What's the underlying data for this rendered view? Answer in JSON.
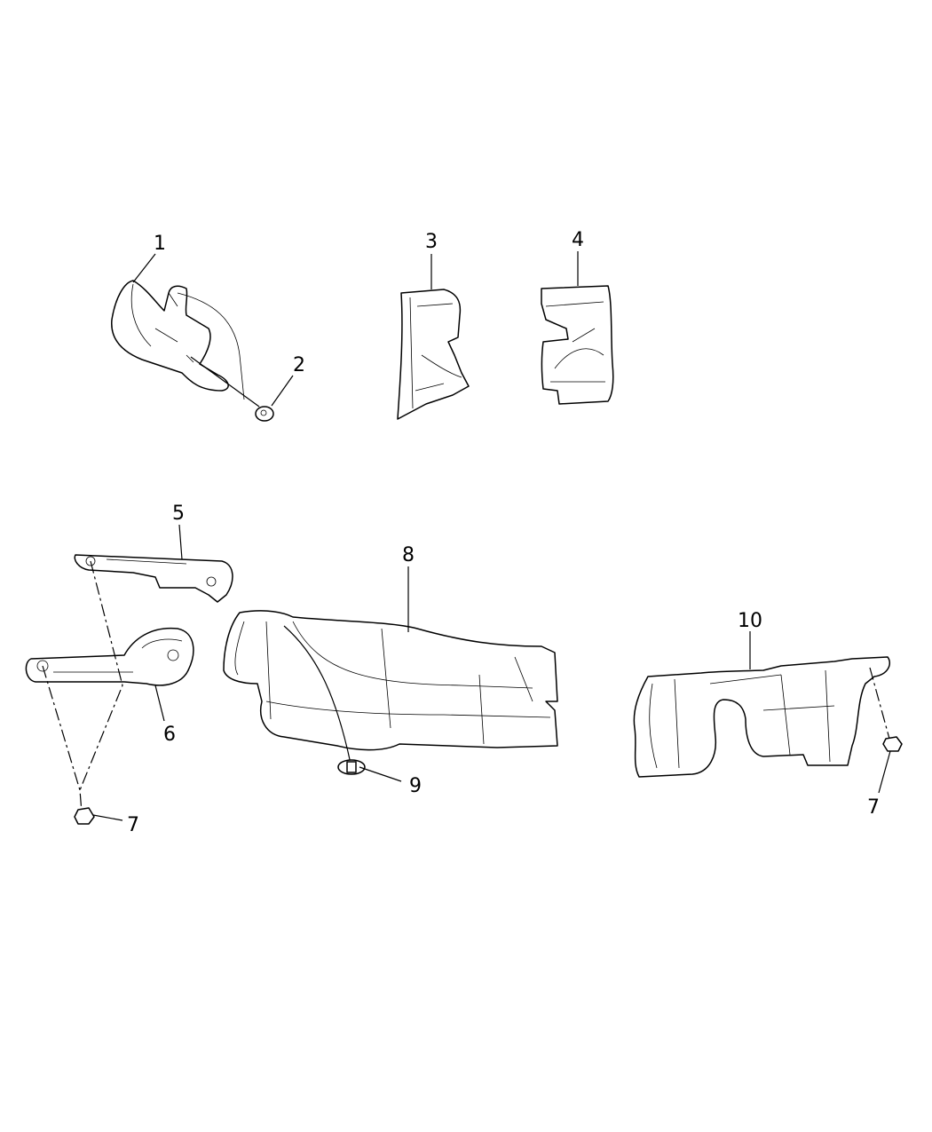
{
  "callouts": [
    {
      "id": "1",
      "label": "1"
    },
    {
      "id": "2",
      "label": "2"
    },
    {
      "id": "3",
      "label": "3"
    },
    {
      "id": "4",
      "label": "4"
    },
    {
      "id": "5",
      "label": "5"
    },
    {
      "id": "6",
      "label": "6"
    },
    {
      "id": "7a",
      "label": "7"
    },
    {
      "id": "8",
      "label": "8"
    },
    {
      "id": "9",
      "label": "9"
    },
    {
      "id": "10",
      "label": "10"
    },
    {
      "id": "7b",
      "label": "7"
    }
  ]
}
